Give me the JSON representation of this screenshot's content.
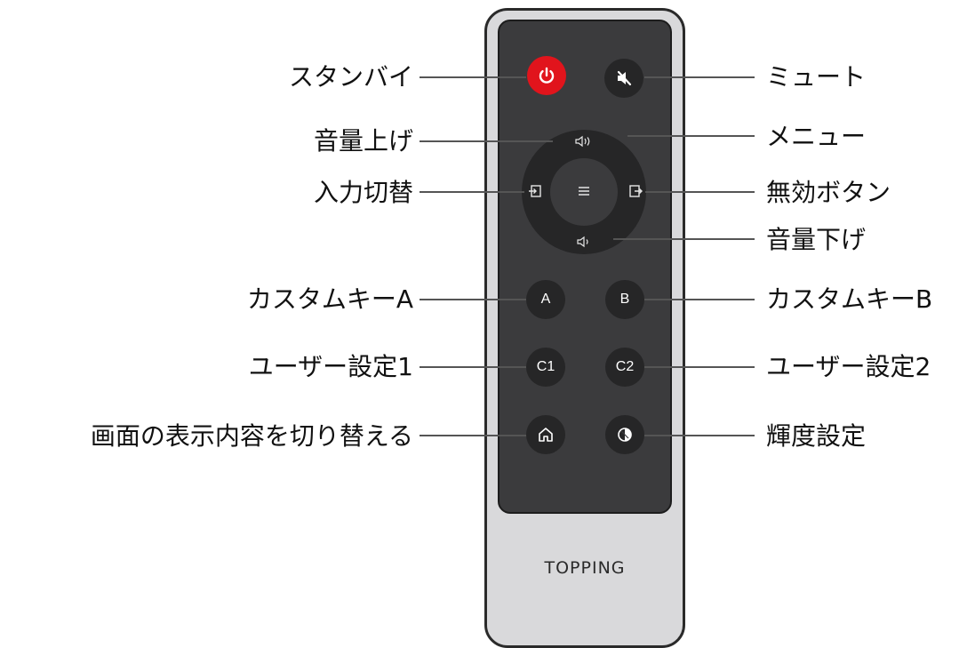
{
  "brand": "TOPPING",
  "icons": {
    "power": "power-icon",
    "mute": "mute-icon",
    "volume_up": "volume-up-icon",
    "volume_down": "volume-down-icon",
    "input": "input-icon",
    "menu": "menu-icon",
    "exit": "exit-icon",
    "home": "home-icon",
    "brightness": "brightness-icon"
  },
  "buttons": {
    "custom_a": "A",
    "custom_b": "B",
    "user_c1": "C1",
    "user_c2": "C2"
  },
  "labels_left": {
    "standby": "スタンバイ",
    "volume_up": "音量上げ",
    "input_switch": "入力切替",
    "custom_key_a": "カスタムキーA",
    "user_setting_1": "ユーザー設定1",
    "display_switch": "画面の表示内容を切り替える"
  },
  "labels_right": {
    "mute": "ミュート",
    "menu": "メニュー",
    "disabled_button": "無効ボタン",
    "volume_down": "音量下げ",
    "custom_key_b": "カスタムキーB",
    "user_setting_2": "ユーザー設定2",
    "brightness": "輝度設定"
  },
  "colors": {
    "power_button": "#e1141c",
    "remote_panel": "#3b3b3d",
    "remote_frame": "#d9d9db",
    "button": "#262627"
  }
}
